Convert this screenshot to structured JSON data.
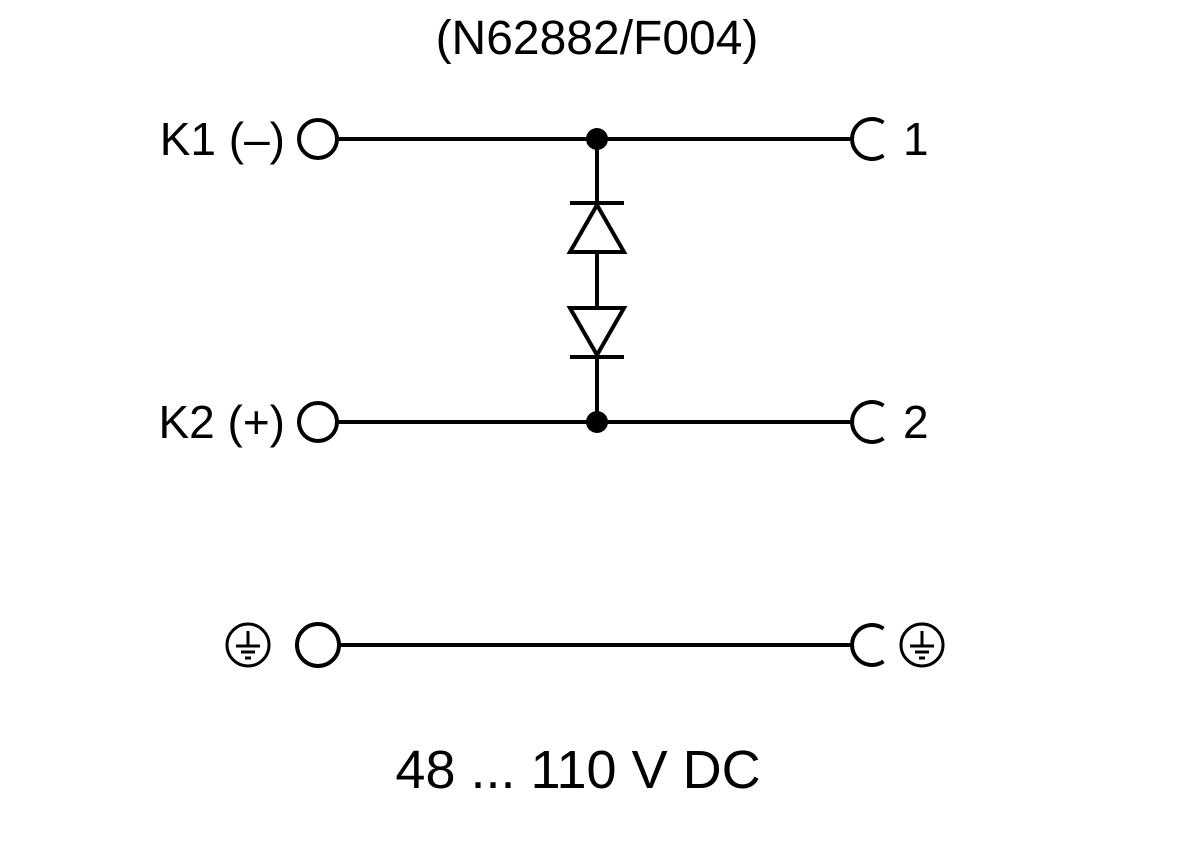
{
  "title": "(N62882/F004)",
  "schematic": {
    "rows": {
      "k1": {
        "label": "K1 (–)",
        "pin": "1"
      },
      "k2": {
        "label": "K2 (+)",
        "pin": "2"
      }
    },
    "voltage": "48 ... 110 V DC",
    "symbols": {
      "upper_diode": "diode-cathode-up",
      "lower_diode": "diode-cathode-down",
      "left_earth": "protective-earth",
      "right_earth": "protective-earth",
      "terminal": "screw-terminal-circle",
      "connector": "socket-contact-arc",
      "junction": "connection-dot"
    },
    "colors": {
      "line": "#000000",
      "background": "#ffffff"
    }
  }
}
